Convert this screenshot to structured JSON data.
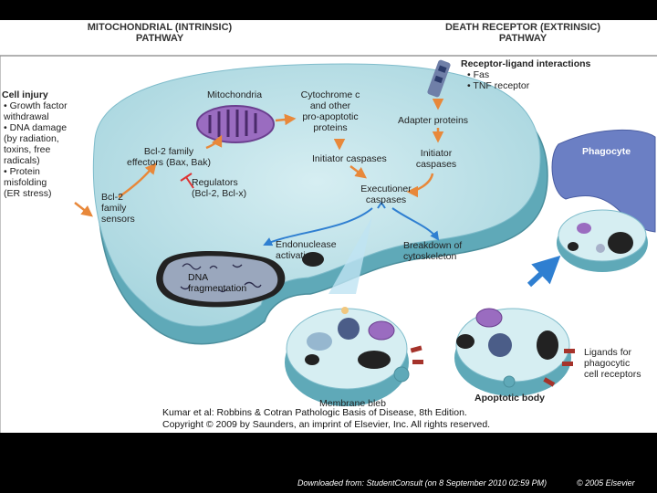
{
  "headers": {
    "intrinsic": "MITOCHONDRIAL (INTRINSIC)\nPATHWAY",
    "extrinsic": "DEATH RECEPTOR (EXTRINSIC)\nPATHWAY"
  },
  "labels": {
    "cell_injury_title": "Cell injury",
    "cell_injury_items": "• Growth factor\n  withdrawal\n• DNA damage\n  (by radiation,\n  toxins, free\n  radicals)\n• Protein\n  misfolding\n  (ER stress)",
    "receptor_title": "Receptor-ligand interactions",
    "receptor_items": "• Fas\n• TNF receptor",
    "mitochondria": "Mitochondria",
    "cytochrome": "Cytochrome c\nand other\npro-apoptotic\nproteins",
    "adapter": "Adapter proteins",
    "bcl2_effectors": "Bcl-2 family\neffectors (Bax, Bak)",
    "initiator_caspases_left": "Initiator caspases",
    "initiator_caspases_right": "Initiator\ncaspases",
    "regulators": "Regulators\n(Bcl-2, Bcl-x)",
    "bcl2_sensors": "Bcl-2\nfamily\nsensors",
    "executioner": "Executioner\ncaspases",
    "endonuclease": "Endonuclease\nactivation",
    "breakdown": "Breakdown of\ncytoskeleton",
    "dna_fragmentation": "DNA\nfragmentation",
    "phagocyte": "Phagocyte",
    "ligands": "Ligands for\nphagocytic\ncell receptors",
    "membrane_bleb": "Membrane bleb",
    "apoptotic_body": "Apoptotic body"
  },
  "credit": {
    "line1": "Kumar et al: Robbins & Cotran Pathologic Basis of Disease, 8th Edition.",
    "line2": "Copyright © 2009 by Saunders, an imprint of Elsevier, Inc. All rights reserved."
  },
  "footer": {
    "downloaded": "Downloaded from: StudentConsult (on 8 September 2010 02:59 PM)",
    "copyright": "© 2005 Elsevier"
  },
  "colors": {
    "cell_fill": "#bfe3ea",
    "cell_rim": "#5fa9b8",
    "arrow_orange": "#e8883a",
    "arrow_blue": "#2f7fd1",
    "mito_purple": "#7b4d9e",
    "phagocyte": "#6b7fc4",
    "nucleus": "#222222"
  }
}
